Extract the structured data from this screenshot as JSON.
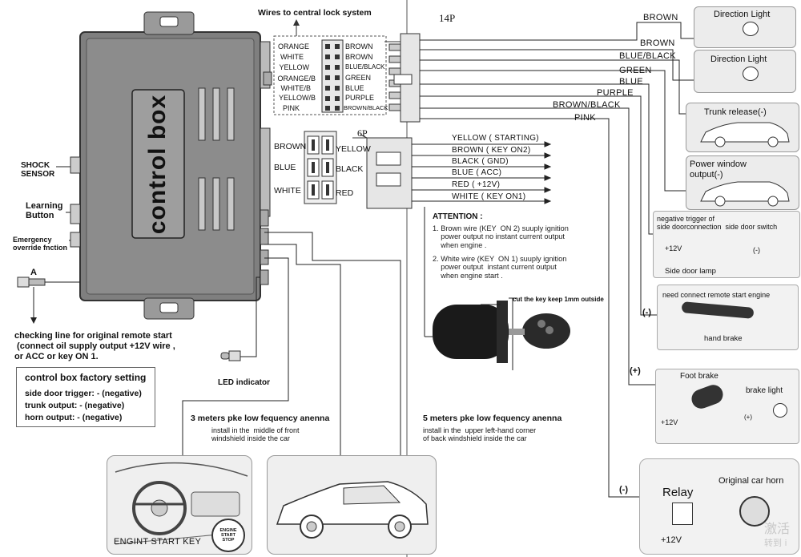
{
  "control_box": {
    "label": "control box"
  },
  "left_labels": {
    "shock_sensor": "SHOCK\nSENSOR",
    "learning_button": "Learning\nButton",
    "emergency": "Emergency\noverride fnction",
    "a": "A",
    "checking_line": "checking line for original remote start\n (connect oil supply output +12V wire ,\nor ACC or key ON 1.",
    "led": "LED indicator"
  },
  "factory": {
    "title": "control box factory setting",
    "lines": [
      "side door trigger: - (negative)",
      "trunk output: - (negative)",
      "horn output: - (negative)"
    ]
  },
  "central_lock": {
    "title": "Wires to central lock system",
    "left_wires": [
      "ORANGE",
      "WHITE",
      "YELLOW",
      "ORANGE/B",
      "WHITE/B",
      "YELLOW/B",
      "PINK"
    ],
    "right_wires": [
      "BROWN",
      "BROWN",
      "BLUE/BLACK",
      "GREEN",
      "BLUE",
      "PURPLE",
      "BROWN/BLACK"
    ]
  },
  "connector_14p": {
    "label": "14P",
    "wires": [
      "BROWN",
      "BROWN",
      "BLUE/BLACK",
      "GREEN",
      "BLUE",
      "PURPLE",
      "BROWN/BLACK",
      "PINK"
    ]
  },
  "connector_6p": {
    "label": "6P",
    "left": [
      "BROWN",
      "BLUE",
      "WHITE"
    ],
    "right": [
      "YELLOW",
      "BLACK",
      "RED"
    ],
    "wires": [
      "YELLOW ( STARTING)",
      "BROWN ( KEY ON2)",
      "BLACK ( GND)",
      "BLUE  ( ACC)",
      "RED  ( +12V)",
      "WHITE ( KEY ON1)"
    ]
  },
  "attention": {
    "title": "ATTENTION :",
    "items": [
      "1. Brown wire (KEY  ON 2) suuply ignition\n    power output no instant current output\n    when engine .",
      "2. White wire (KEY  ON 1) suuply ignition\n    power output  instant current output\n    when engine start ."
    ]
  },
  "key_note": "cut the key keep 1mm outside",
  "right_panels": {
    "direction1": "Direction Light",
    "direction2": "Direction Light",
    "trunk": "Trunk release(-)",
    "power_window": "Power window\noutput(-)",
    "side_door_title": "negative trigger of\nside doorconnection  side door switch",
    "side_door_12v": "+12V",
    "side_door_neg": "(-)",
    "side_door_lamp": "Side door lamp",
    "remote_start": "need connect remote start engine",
    "hand_brake": "hand brake",
    "minus1": "(-)",
    "plus": "(+)",
    "foot_brake": "Foot brake",
    "brake_light": "brake light",
    "brake_12v": "+12V",
    "brake_plus": "(+)",
    "minus2": "(-)",
    "relay": "Relay",
    "horn": "Original car horn",
    "relay_12v": "+12V"
  },
  "antennas": {
    "a3_title": "3 meters pke low fequency anenna",
    "a3_desc": "install in the  middle of front\nwindshield inside the car",
    "a5_title": "5 meters pke low fequency anenna",
    "a5_desc": "install in the  upper left-hand corner\nof back windshield inside the car"
  },
  "engine_start": {
    "label": "ENGINT START KEY",
    "btn": "ENGINE\nSTART\nSTOP"
  },
  "watermark": {
    "line1": "激活",
    "line2": "转到 i"
  }
}
